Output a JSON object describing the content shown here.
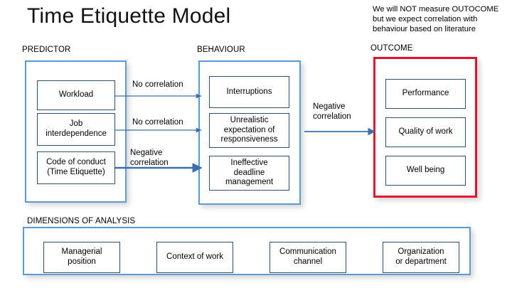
{
  "title": "Time Etiquette Model",
  "colors": {
    "group_blue": "#5B9BD5",
    "group_red": "#E8112D",
    "item_border": "#2E5070",
    "arrow": "#3A6FB0",
    "text": "#000000",
    "background": "#FFFFFF"
  },
  "note": {
    "line1": "We will NOT measure OUTOCOME",
    "line2": "but we expect correlation with",
    "line3": "behaviour based on literature"
  },
  "sections": {
    "predictor": {
      "caption": "PREDICTOR",
      "items": [
        {
          "label": "Workload"
        },
        {
          "label": "Job\ninterdependence"
        },
        {
          "label": "Code of conduct\n(Time Etiquette)"
        }
      ]
    },
    "behaviour": {
      "caption": "BEHAVIOUR",
      "items": [
        {
          "label": "Interruptions"
        },
        {
          "label": "Unrealistic\nexpectation of\nresponsiveness"
        },
        {
          "label": "Ineffective\ndeadline\nmanagement"
        }
      ]
    },
    "outcome": {
      "caption": "OUTCOME",
      "items": [
        {
          "label": "Performance"
        },
        {
          "label": "Quality of work"
        },
        {
          "label": "Well being"
        }
      ]
    },
    "dimensions": {
      "caption": "DIMENSIONS OF ANALYSIS",
      "items": [
        {
          "label": "Managerial\nposition"
        },
        {
          "label": "Context of work"
        },
        {
          "label": "Communication\nchannel"
        },
        {
          "label": "Organization\nor department"
        }
      ]
    }
  },
  "arrows": [
    {
      "name": "workload-to-interruptions",
      "label": "No correlation"
    },
    {
      "name": "job-interdependence-to-behaviour",
      "label": "No correlation"
    },
    {
      "name": "code-of-conduct-to-behaviour",
      "label": "Negative\ncorrelation"
    },
    {
      "name": "behaviour-to-outcome",
      "label": "Negative\ncorrelation"
    }
  ]
}
